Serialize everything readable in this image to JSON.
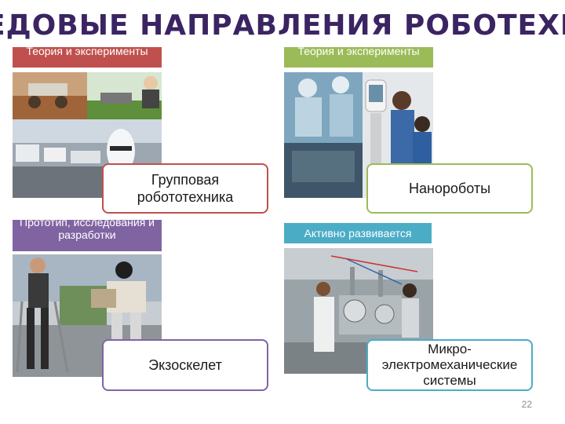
{
  "slide": {
    "title": "ЕДОВЫЕ НАПРАВЛЕНИЯ РОБОТЕХН",
    "page_number": "22"
  },
  "quadrants": [
    {
      "tag": "Теория и эксперименты",
      "card": "Групповая робототехника"
    },
    {
      "tag": "Теория и эксперименты",
      "card": "Нанороботы"
    },
    {
      "tag": "Прототип, исследования и разработки",
      "card": "Экзоскелет"
    },
    {
      "tag": "Активно развивается",
      "card": "Микро-электромеханические системы"
    }
  ],
  "colors": {
    "title": "#3b2462",
    "red": "#c0504d",
    "green": "#9bbb59",
    "purple": "#8064a2",
    "teal": "#4bacc6"
  }
}
